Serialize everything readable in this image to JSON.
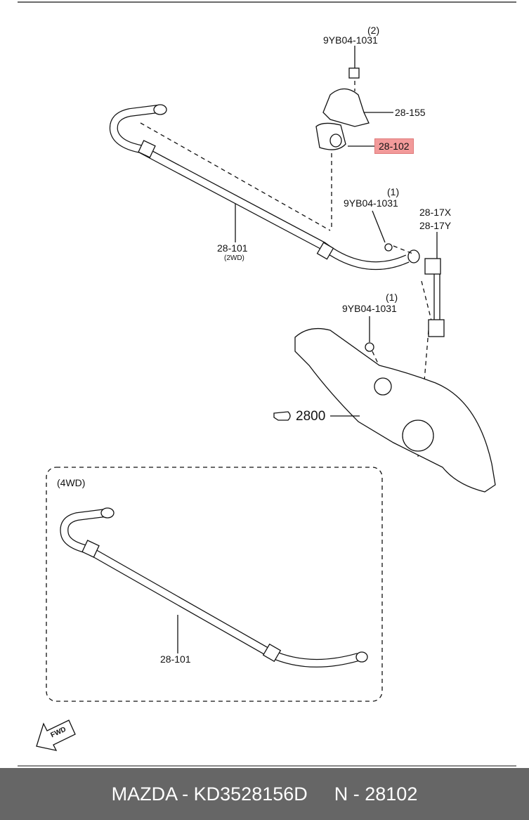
{
  "diagram": {
    "callouts": {
      "bolt_top_qty": "(2)",
      "bolt_top_part": "9YB04-1031",
      "bracket": "28-155",
      "bushing_highlight": "28-102",
      "nut_mid_qty": "(1)",
      "nut_mid_part": "9YB04-1031",
      "link_x": "28-17X",
      "link_y": "28-17Y",
      "bar_2wd": "28-101",
      "bar_2wd_note": "(2WD)",
      "nut_low_qty": "(1)",
      "nut_low_part": "9YB04-1031",
      "arm": "2800",
      "section_4wd": "(4WD)",
      "bar_4wd": "28-101",
      "fwd": "FWD"
    },
    "highlight_color": "#f29a9a"
  },
  "footer": {
    "brand_part": "MAZDA - KD3528156D",
    "ref": "N - 28102"
  }
}
